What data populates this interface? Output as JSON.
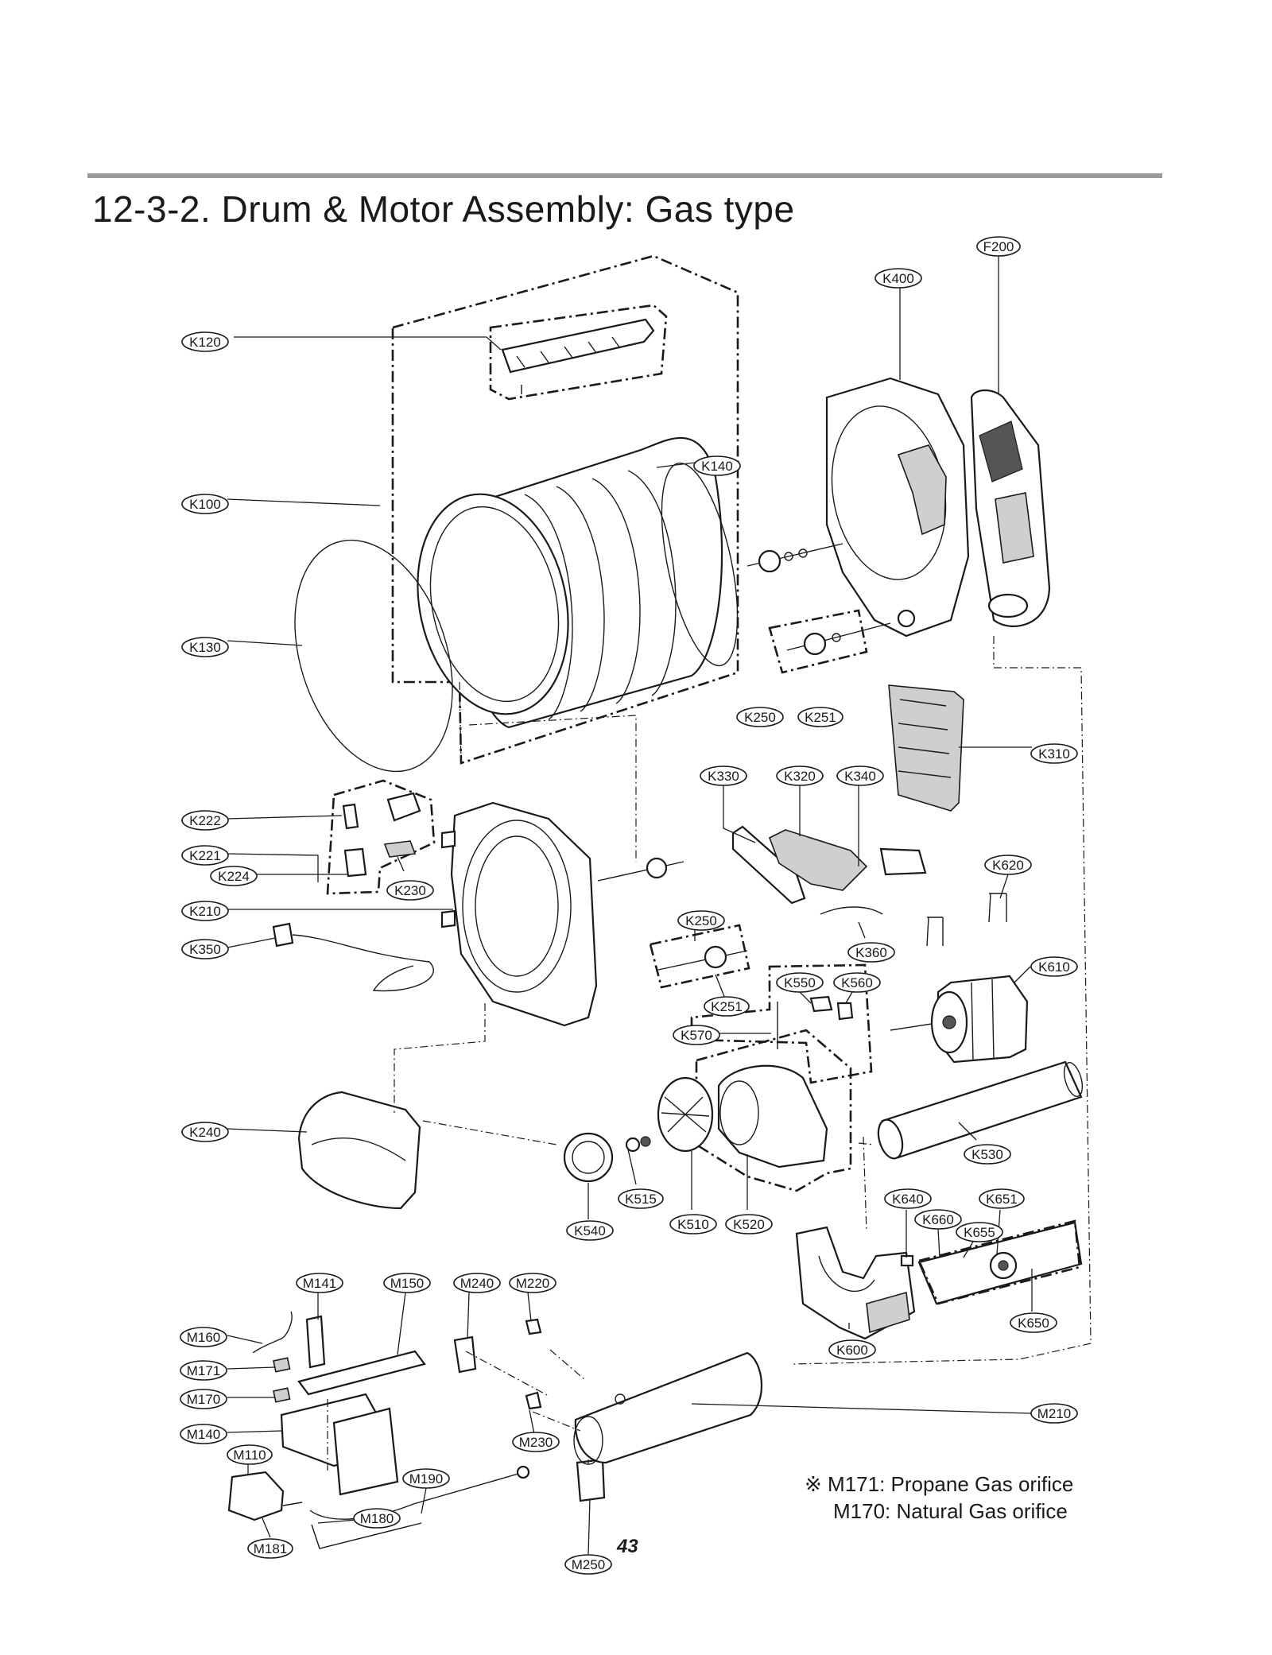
{
  "page": {
    "title": "12-3-2. Drum & Motor Assembly: Gas type",
    "page_number": "43"
  },
  "notes": {
    "symbol": "※",
    "line1": "M171: Propane Gas orifice",
    "line2": "M170: Natural Gas orifice"
  },
  "labels": {
    "F200": "F200",
    "K400": "K400",
    "K120": "K120",
    "K140": "K140",
    "K100": "K100",
    "K130": "K130",
    "K250a": "K250",
    "K251a": "K251",
    "K310": "K310",
    "K330": "K330",
    "K320": "K320",
    "K340": "K340",
    "K222": "K222",
    "K221": "K221",
    "K224": "K224",
    "K230": "K230",
    "K210": "K210",
    "K620": "K620",
    "K250b": "K250",
    "K360": "K360",
    "K350": "K350",
    "K610": "K610",
    "K550": "K550",
    "K560": "K560",
    "K251b": "K251",
    "K570": "K570",
    "K240": "K240",
    "K530": "K530",
    "K515": "K515",
    "K540": "K540",
    "K510": "K510",
    "K520": "K520",
    "K640": "K640",
    "K651": "K651",
    "K660": "K660",
    "K655": "K655",
    "K650": "K650",
    "K600": "K600",
    "M141": "M141",
    "M150": "M150",
    "M240": "M240",
    "M220": "M220",
    "M160": "M160",
    "M171": "M171",
    "M170": "M170",
    "M140": "M140",
    "M110": "M110",
    "M190": "M190",
    "M180": "M180",
    "M181": "M181",
    "M230": "M230",
    "M210": "M210",
    "M250": "M250"
  }
}
